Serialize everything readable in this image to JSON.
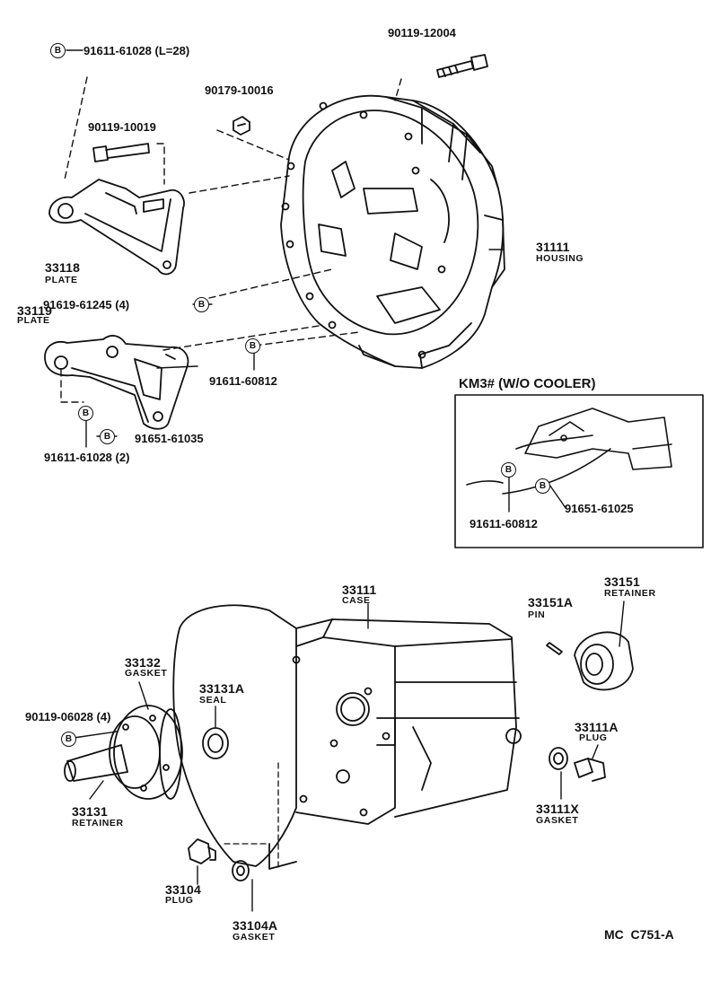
{
  "bolt_symbol": "B",
  "top": {
    "p_91611_61028_L28": "91611-61028 (L=28)",
    "p_90119_12004": "90119-12004",
    "p_90179_10016": "90179-10016",
    "p_90119_10019": "90119-10019",
    "p_33118": "33118",
    "n_33118": "PLATE",
    "p_31111": "31111",
    "n_31111": "HOUSING",
    "p_33119": "33119",
    "n_33119": "PLATE",
    "p_91619_61245": "91619-61245 (4)",
    "p_91611_60812": "91611-60812",
    "p_91611_61028_2": "91611-61028 (2)",
    "p_91651_61035": "91651-61035"
  },
  "inset": {
    "title": "KM3# (W/O COOLER)",
    "p_91611_60812": "91611-60812",
    "p_91651_61025": "91651-61025"
  },
  "bottom": {
    "p_33111": "33111",
    "n_33111": "CASE",
    "p_33151A": "33151A",
    "n_33151A": "PIN",
    "p_33151": "33151",
    "n_33151": "RETAINER",
    "p_33132": "33132",
    "n_33132": "GASKET",
    "p_33131A": "33131A",
    "n_33131A": "SEAL",
    "p_90119_06028": "90119-06028 (4)",
    "p_33131": "33131",
    "n_33131": "RETAINER",
    "p_33111A": "33111A",
    "n_33111A": "PLUG",
    "p_33111X": "33111X",
    "n_33111X": "GASKET",
    "p_33104": "33104",
    "n_33104": "PLUG",
    "p_33104A": "33104A",
    "n_33104A": "GASKET"
  },
  "drawing_code": "MC  C751-A"
}
